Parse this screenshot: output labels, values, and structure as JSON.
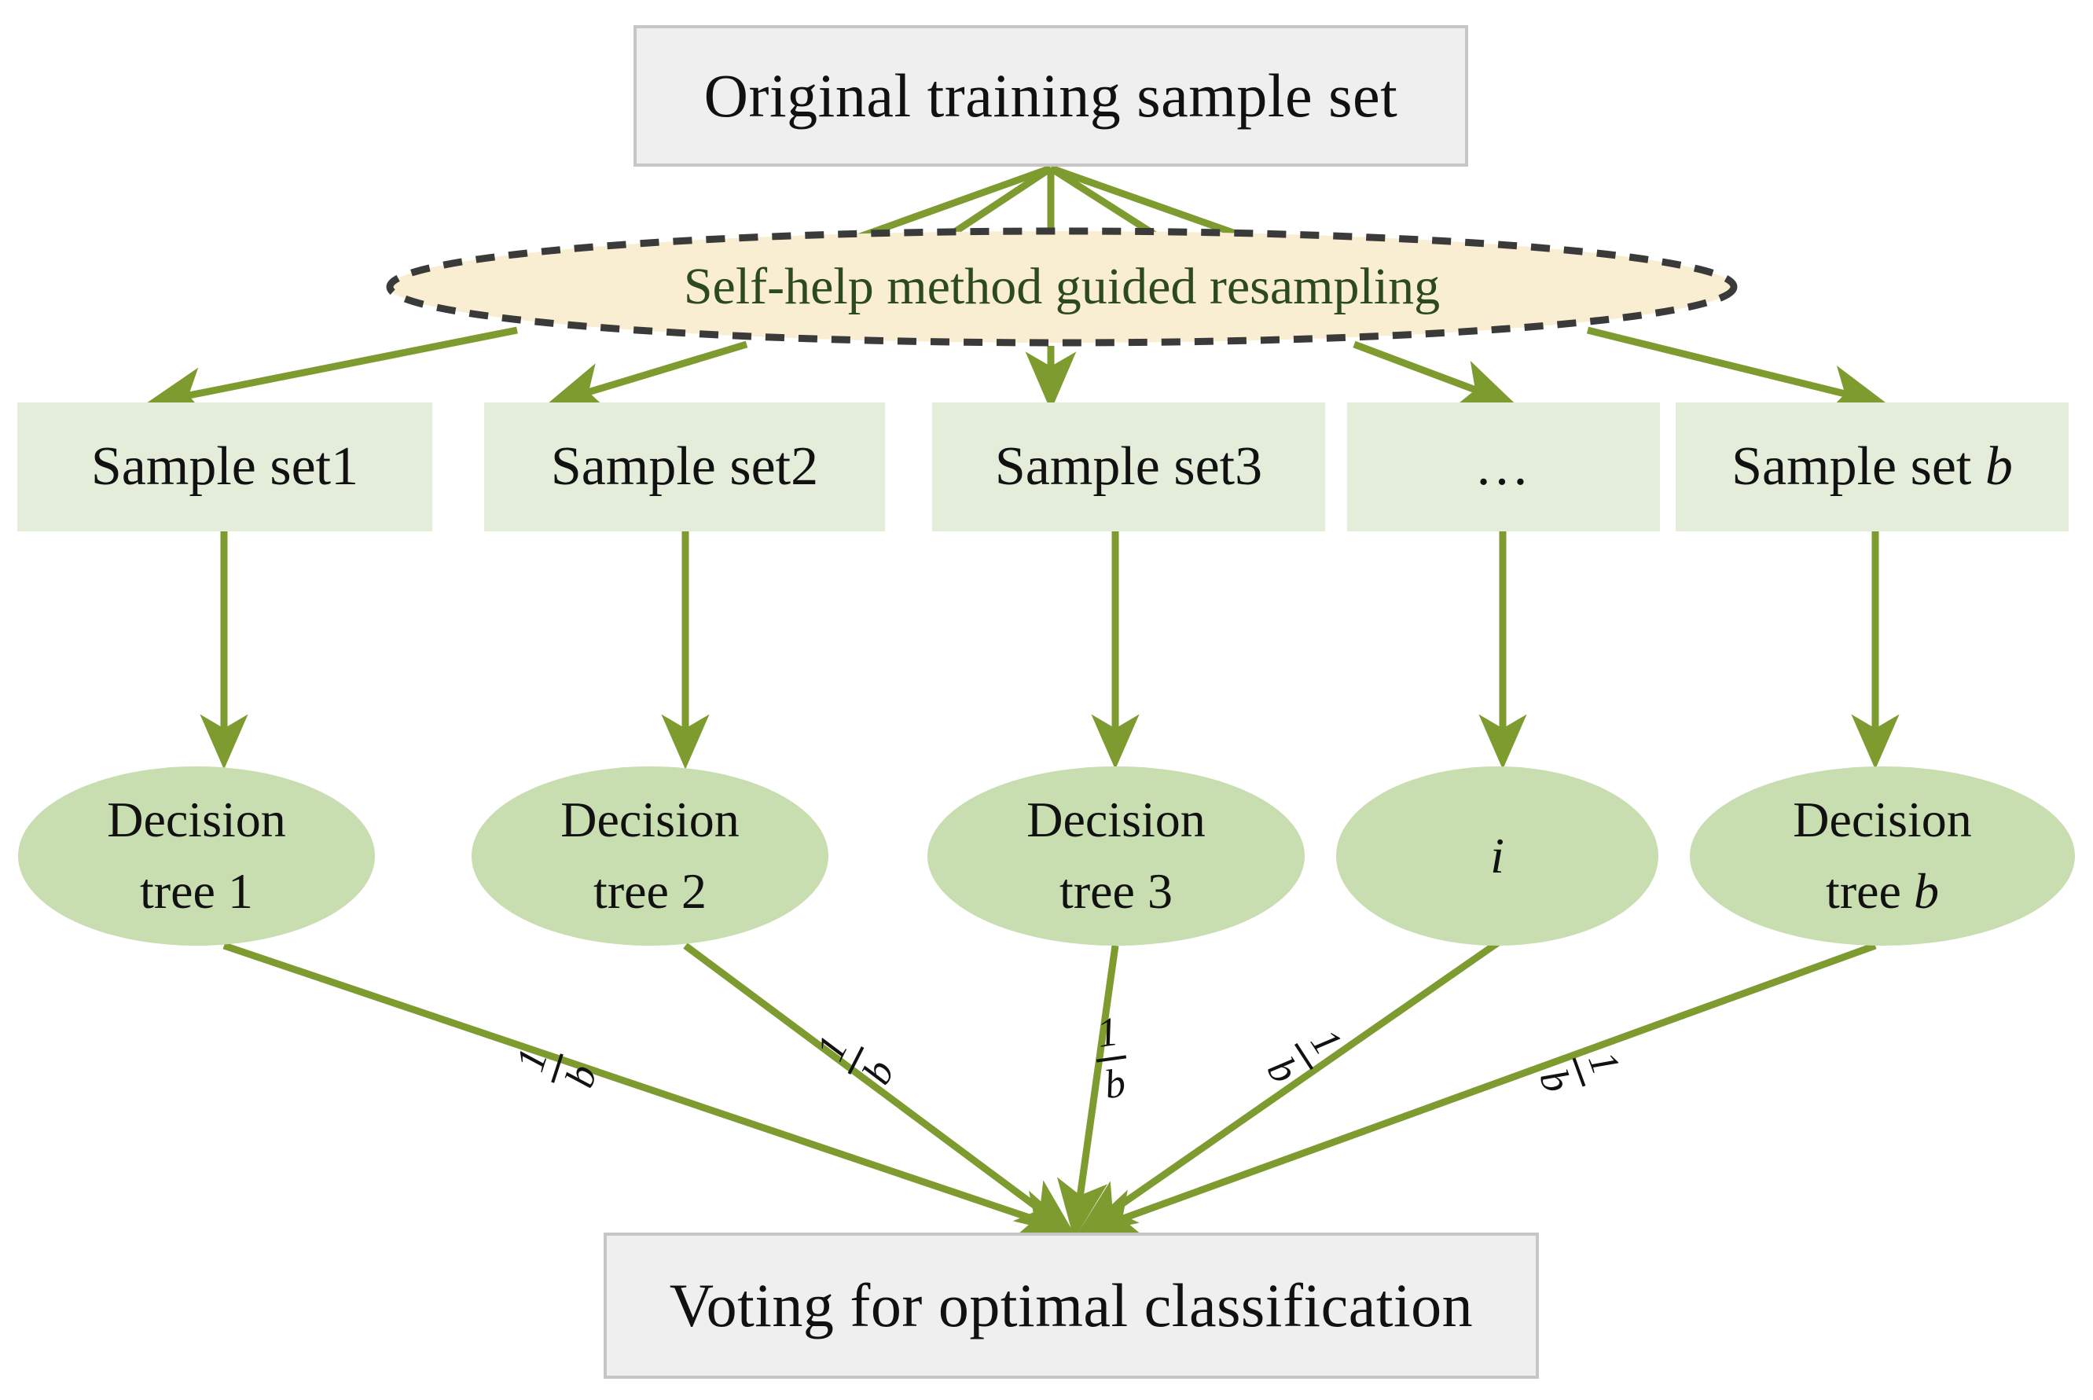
{
  "diagram": {
    "title_box": {
      "label": "Original training sample set"
    },
    "resampling": {
      "label": "Self-help method guided resampling"
    },
    "sample_sets": [
      {
        "label": "Sample set1"
      },
      {
        "label": "Sample set2"
      },
      {
        "label": "Sample set3"
      },
      {
        "label": "…"
      },
      {
        "label": "Sample set b"
      }
    ],
    "decision_trees": [
      {
        "line1": "Decision",
        "line2": "tree 1"
      },
      {
        "line1": "Decision",
        "line2": "tree 2"
      },
      {
        "line1": "Decision",
        "line2": "tree 3"
      },
      {
        "line1": "",
        "line2": "i"
      },
      {
        "line1": "Decision",
        "line2": "tree b"
      }
    ],
    "vote_weights": [
      {
        "numerator": "1",
        "denominator": "b"
      },
      {
        "numerator": "1",
        "denominator": "b"
      },
      {
        "numerator": "1",
        "denominator": "b"
      },
      {
        "numerator": "1",
        "denominator": "b"
      },
      {
        "numerator": "1",
        "denominator": "b"
      }
    ],
    "output_box": {
      "label": "Voting for optimal classification"
    },
    "colors": {
      "arrow_green": "#7d9b2f",
      "box_gray_fill": "#efefef",
      "box_gray_border": "#c6c6c6",
      "sample_box_fill": "#e3edd9",
      "tree_fill": "#c8ddb0",
      "resample_fill": "#faeed2",
      "resample_border": "#3a3a3a",
      "resample_text": "#2d4a1e",
      "text_black": "#111111"
    }
  }
}
